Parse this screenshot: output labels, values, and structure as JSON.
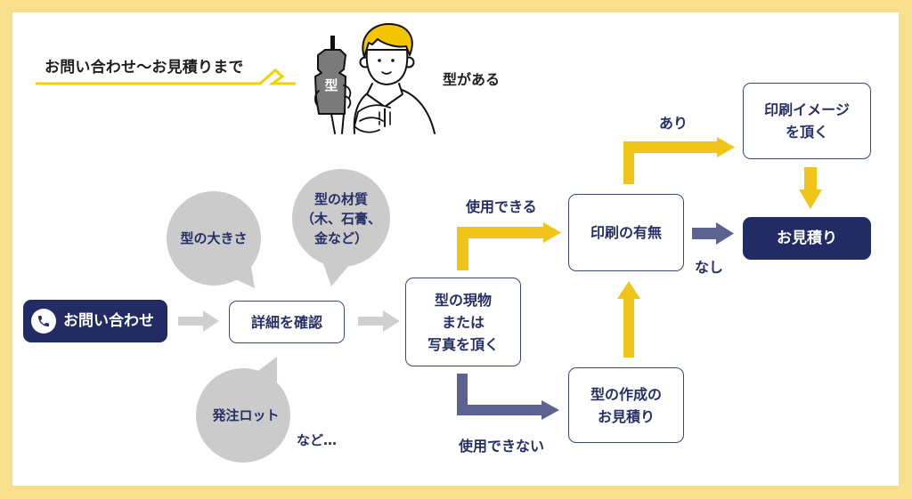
{
  "header": {
    "title": "お問い合わせ〜お見積りまで"
  },
  "illustration": {
    "mold_label": "型",
    "caption": "型がある"
  },
  "nodes": {
    "contact": {
      "label": "お問い合わせ",
      "icon": "phone-icon"
    },
    "details": {
      "label": "詳細を確認"
    },
    "mold_photo": {
      "lines": [
        "型の現物",
        "または",
        "写真を頂く"
      ]
    },
    "print_check": {
      "label": "印刷の有無"
    },
    "mold_estimate": {
      "lines": [
        "型の作成の",
        "お見積り"
      ]
    },
    "print_image": {
      "lines": [
        "印刷イメージ",
        "を頂く"
      ]
    },
    "estimate": {
      "label": "お見積り"
    }
  },
  "bubbles": [
    {
      "lines": [
        "型の大きさ"
      ]
    },
    {
      "lines": [
        "型の材質",
        "（木、石膏、",
        "金など）"
      ]
    },
    {
      "lines": [
        "発注ロット"
      ]
    }
  ],
  "bubbles_more": "など…",
  "edge_labels": {
    "usable": "使用できる",
    "unusable": "使用できない",
    "print_yes": "あり",
    "print_no": "なし"
  },
  "colors": {
    "frame": "#f8e08e",
    "navy": "#222b63",
    "text_navy": "#262f66",
    "yellow_arrow": "#f0c419",
    "navy_arrow": "#5d6391",
    "gray_arrow": "#cfcfcf",
    "bubble_gray": "#cbcbcb",
    "accent_line": "#f5d000"
  }
}
